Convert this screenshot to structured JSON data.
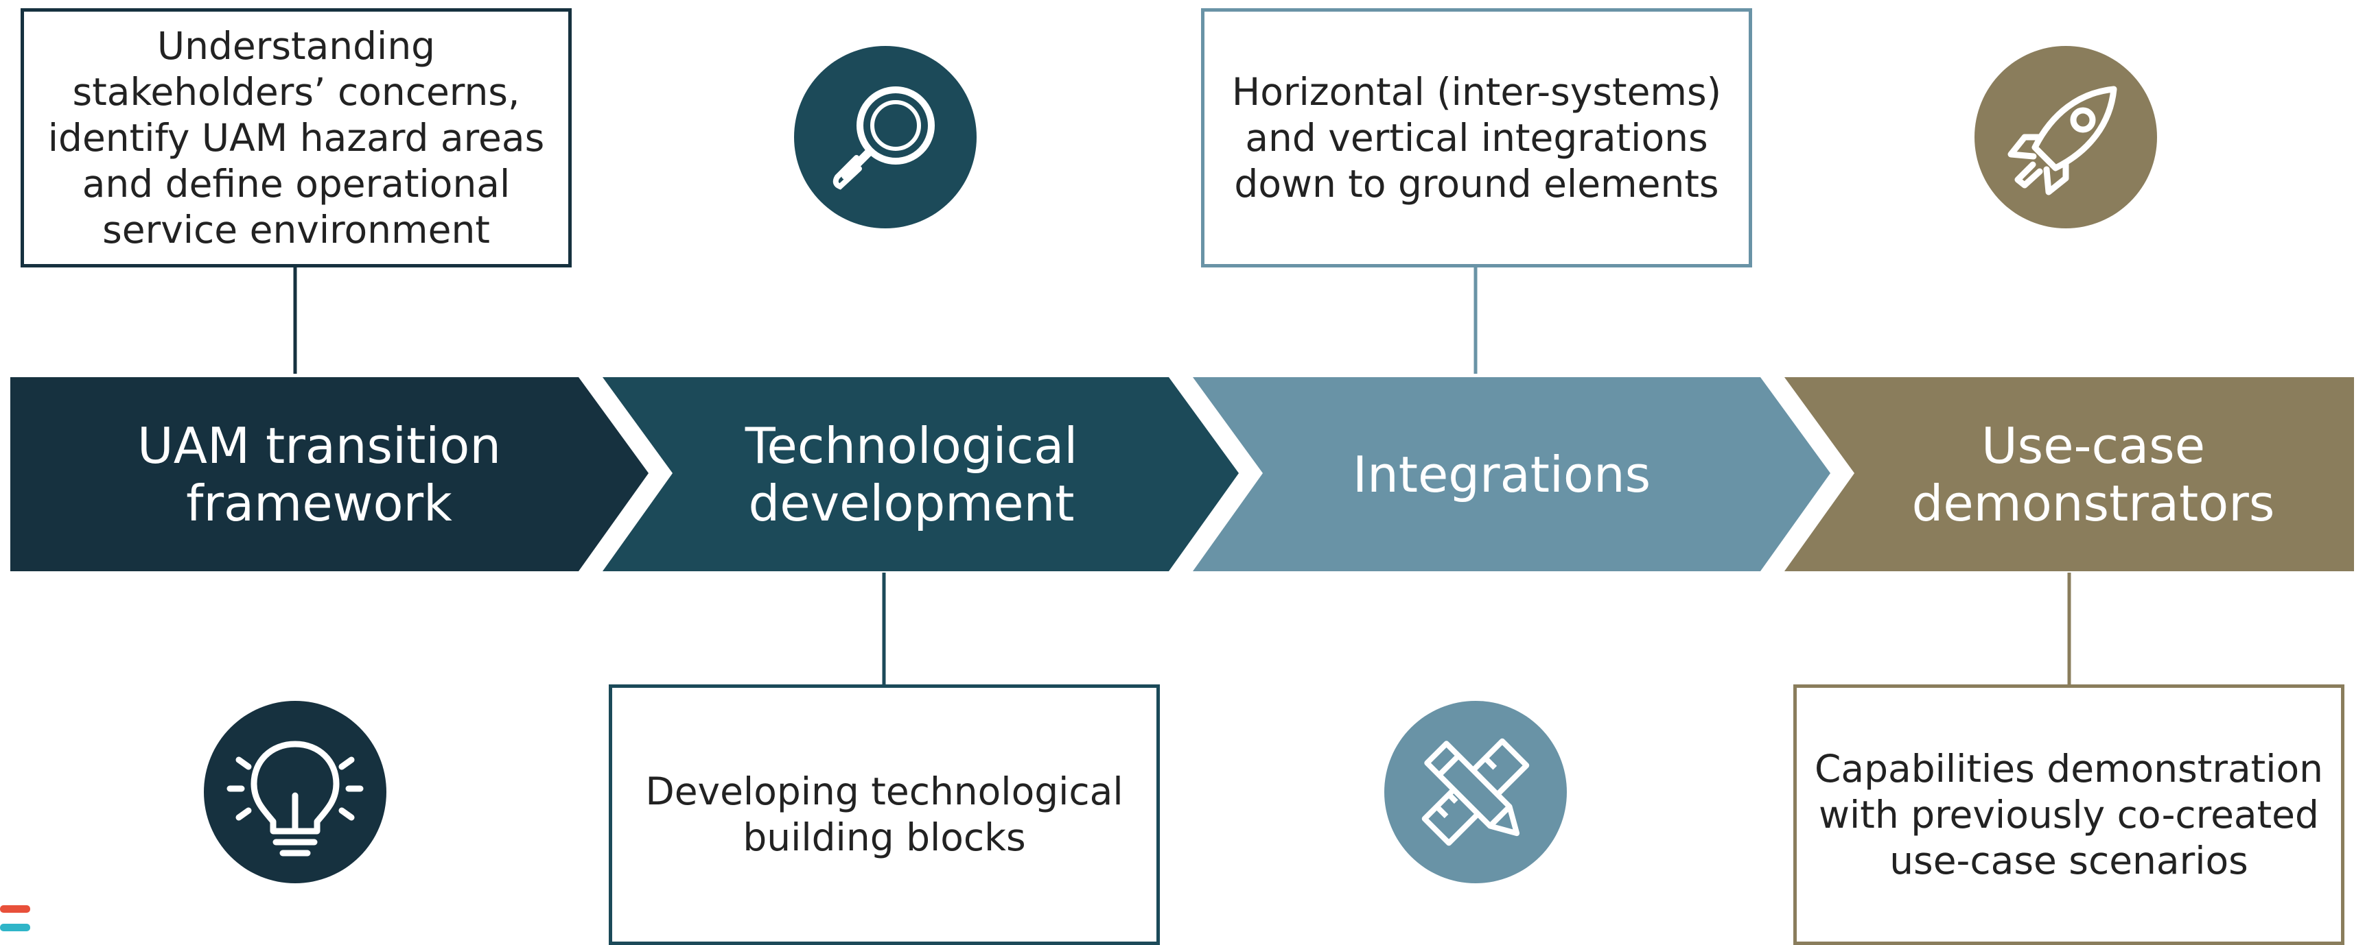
{
  "stages": [
    {
      "label": "UAM transition\nframework",
      "color": "#16313f"
    },
    {
      "label": "Technological\ndevelopment",
      "color": "#1c4a59"
    },
    {
      "label": "Integrations",
      "color": "#6993a6"
    },
    {
      "label": "Use-case\ndemonstrators",
      "color": "#8a7d5c"
    }
  ],
  "notes": [
    {
      "text": "Understanding\nstakeholders’ concerns,\nidentify UAM hazard areas\nand define operational\nservice environment",
      "border": "#16313f"
    },
    {
      "text": "Developing technological\nbuilding blocks",
      "border": "#1c4a59"
    },
    {
      "text": "Horizontal (inter-systems)\nand vertical integrations\ndown to ground elements",
      "border": "#6993a6"
    },
    {
      "text": "Capabilities demonstration\nwith previously co-created\nuse-case scenarios",
      "border": "#8a7d5c"
    }
  ],
  "icons": [
    {
      "name": "lightbulb-icon",
      "color": "#16313f"
    },
    {
      "name": "magnifier-icon",
      "color": "#1c4a59"
    },
    {
      "name": "pencil-ruler-icon",
      "color": "#6993a6"
    },
    {
      "name": "rocket-icon",
      "color": "#8a7d5c"
    }
  ],
  "corner_marks": [
    "#e8503a",
    "#2fb5c8"
  ]
}
